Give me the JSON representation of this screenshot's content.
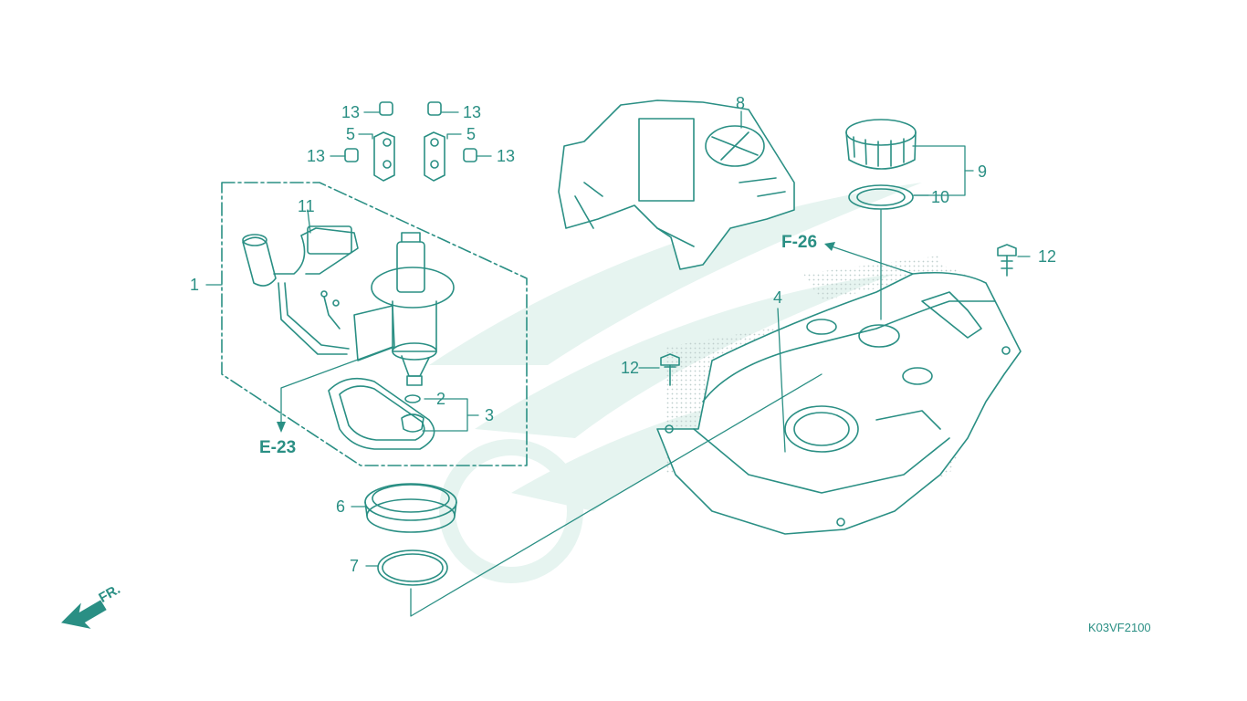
{
  "colors": {
    "line": "#2a8f84",
    "watermark": "#e4f3ef",
    "dots": "#c8d8d6"
  },
  "callouts": {
    "c1": "1",
    "c2": "2",
    "c3": "3",
    "c4": "4",
    "c5a": "5",
    "c5b": "5",
    "c6": "6",
    "c7": "7",
    "c8": "8",
    "c9": "9",
    "c10": "10",
    "c11": "11",
    "c12a": "12",
    "c12b": "12",
    "c13a": "13",
    "c13b": "13",
    "c13c": "13",
    "c13d": "13"
  },
  "references": {
    "e23": "E-23",
    "f26": "F-26"
  },
  "direction_label": "FR.",
  "diagram_code": "K03VF2100"
}
